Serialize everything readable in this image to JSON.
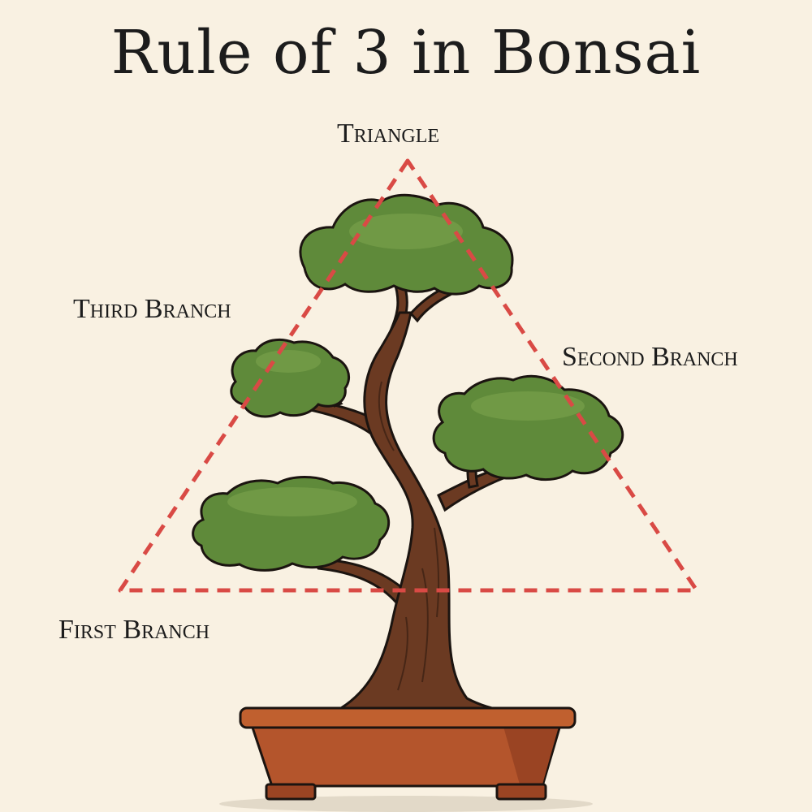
{
  "title": "Rule of 3 in Bonsai",
  "labels": {
    "triangle": "Triangle",
    "third_branch": "Third Branch",
    "second_branch": "Second Branch",
    "first_branch": "First Branch"
  },
  "colors": {
    "background": "#f9f1e2",
    "triangle_dash": "#d94a45",
    "foliage": "#5f8a3a",
    "trunk": "#6b3a22",
    "pot": "#b4552c"
  },
  "icons": {
    "tree": "bonsai-tree-illustration",
    "pot": "bonsai-pot-illustration"
  }
}
